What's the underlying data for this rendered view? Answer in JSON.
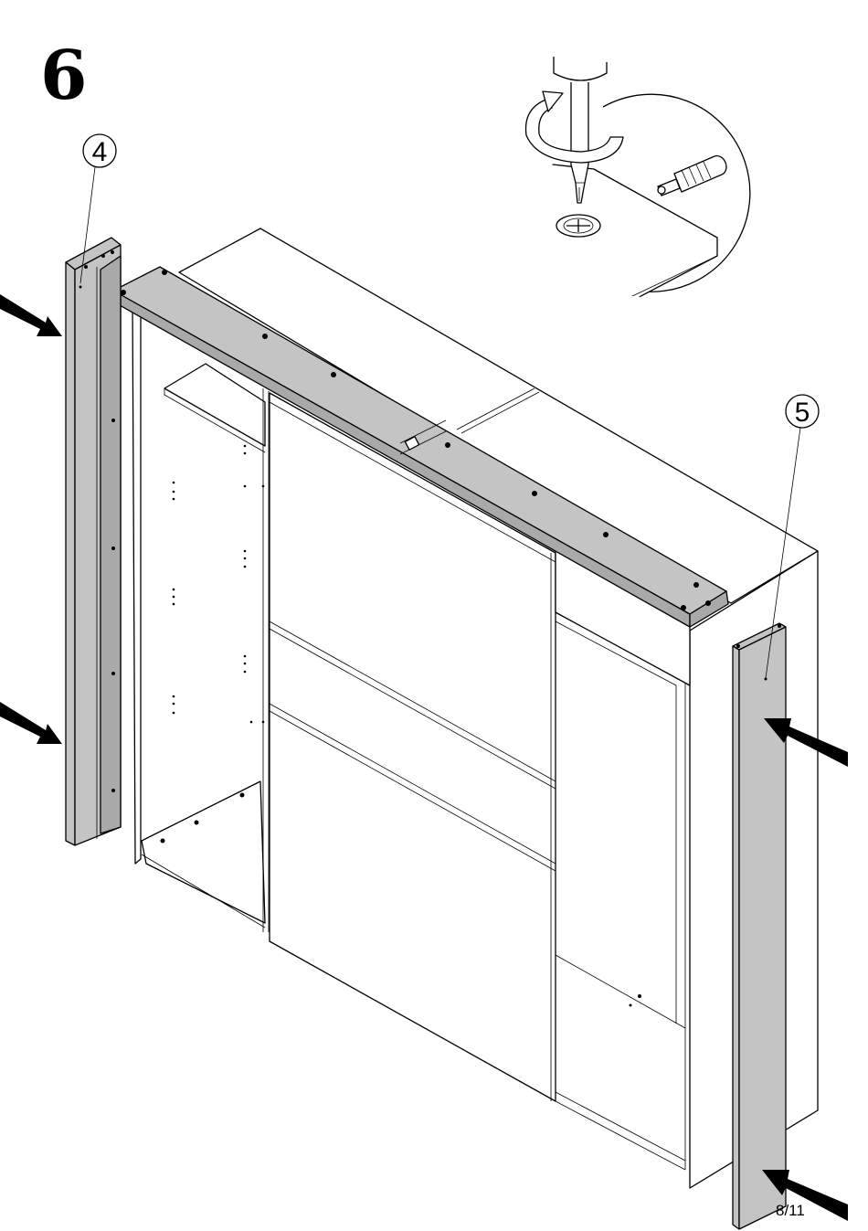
{
  "step": {
    "number": "6"
  },
  "callouts": [
    {
      "id": "part-4",
      "label": "4"
    },
    {
      "id": "part-5",
      "label": "5"
    }
  ],
  "footer": {
    "page": "8/11"
  },
  "colors": {
    "part_fill": "#c4c4c4",
    "line": "#000000",
    "background": "#ffffff"
  },
  "icons": [
    "screwdriver-icon",
    "rotation-arrow-icon",
    "cam-lock-icon",
    "dowel-icon",
    "push-arrow-icon"
  ]
}
